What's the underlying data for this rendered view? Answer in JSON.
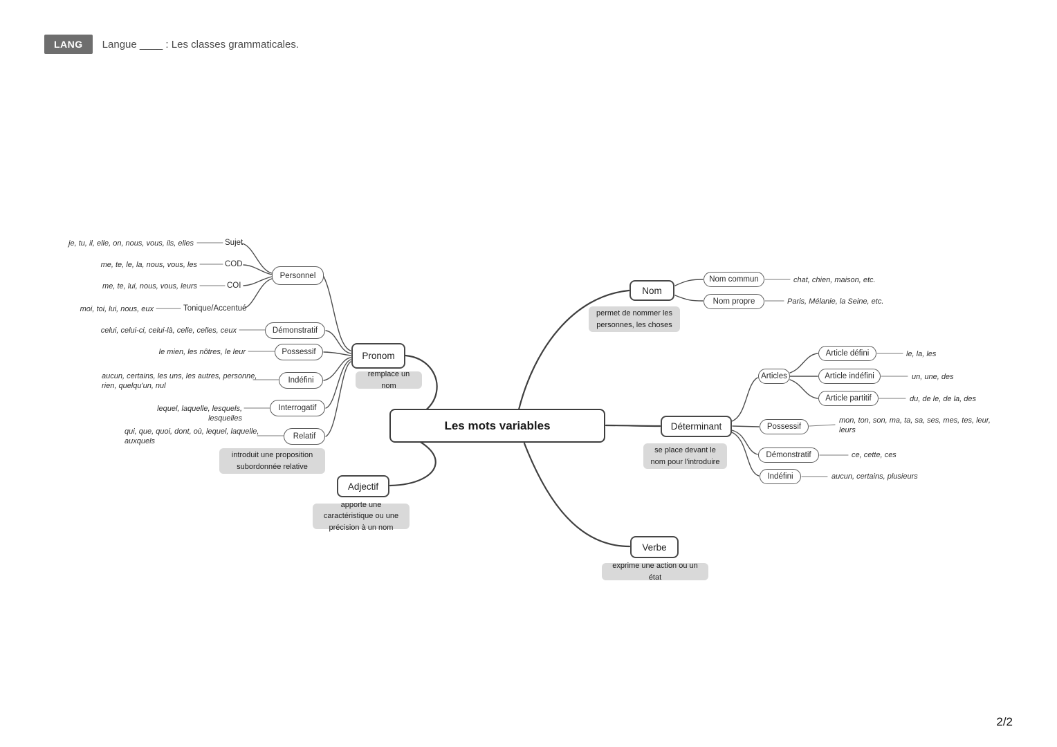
{
  "header": {
    "badge": "LANG",
    "title": "Langue ____ : Les classes grammaticales."
  },
  "page_number": "2/2",
  "center": {
    "label": "Les mots variables"
  },
  "pronom": {
    "label": "Pronom",
    "caption": "remplace un nom",
    "personnel": {
      "label": "Personnel",
      "items": [
        {
          "text": "je, tu, il, elle, on, nous, vous, ils, elles",
          "tag": "Sujet"
        },
        {
          "text": "me, te, le, la, nous, vous, les",
          "tag": "COD"
        },
        {
          "text": "me, te, lui, nous, vous, leurs",
          "tag": "COI"
        },
        {
          "text": "moi, toi, lui, nous, eux",
          "tag": "Tonique/Accentué"
        }
      ]
    },
    "children": [
      {
        "label": "Démonstratif",
        "text": "celui, celui-ci, celui-là, celle, celles, ceux"
      },
      {
        "label": "Possessif",
        "text": "le mien, les nôtres, le leur"
      },
      {
        "label": "Indéfini",
        "text": "aucun, certains, les uns, les autres, personne, rien, quelqu'un, nul"
      },
      {
        "label": "Interrogatif",
        "text": "lequel, laquelle, lesquels, lesquelles"
      },
      {
        "label": "Relatif",
        "text": "qui, que, quoi, dont, où, lequel, laquelle, auxquels",
        "caption": "introduit une proposition subordonnée relative"
      }
    ]
  },
  "nom": {
    "label": "Nom",
    "caption": "permet de nommer les personnes, les choses",
    "children": [
      {
        "label": "Nom commun",
        "text": "chat, chien, maison, etc."
      },
      {
        "label": "Nom propre",
        "text": "Paris, Mélanie, la Seine, etc."
      }
    ]
  },
  "determinant": {
    "label": "Déterminant",
    "caption": "se place devant le nom pour l'introduire",
    "articles": {
      "label": "Articles",
      "children": [
        {
          "label": "Article défini",
          "text": "le, la, les"
        },
        {
          "label": "Article indéfini",
          "text": "un, une, des"
        },
        {
          "label": "Article partitif",
          "text": "du, de le, de la, des"
        }
      ]
    },
    "children": [
      {
        "label": "Possessif",
        "text": "mon, ton, son, ma, ta, sa, ses, mes, tes, leur, leurs"
      },
      {
        "label": "Démonstratif",
        "text": "ce, cette, ces"
      },
      {
        "label": "Indéfini",
        "text": "aucun, certains, plusieurs"
      }
    ]
  },
  "adjectif": {
    "label": "Adjectif",
    "caption": "apporte une caractéristique ou une précision à un nom"
  },
  "verbe": {
    "label": "Verbe",
    "caption": "exprime une action ou un état"
  },
  "colors": {
    "line_main": "#3f3f3f",
    "line_secondary": "#4d4d4d",
    "caption_bg": "#d9d9d9",
    "badge_bg": "#6e6e6e"
  }
}
